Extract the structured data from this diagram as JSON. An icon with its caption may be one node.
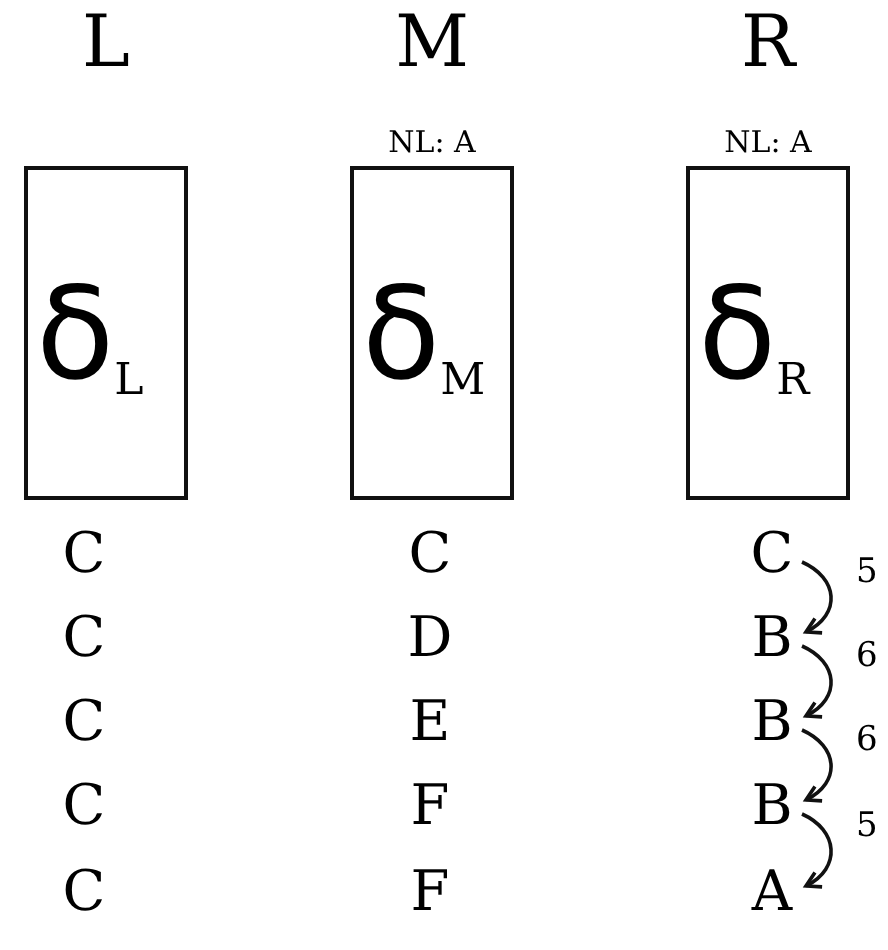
{
  "diagram": {
    "nodes": [
      {
        "text": [
          "L",
          "δ$_{L}$"
        ]
      },
      {
        "text": [
          "M",
          "NL: A",
          "δ$_{M}$"
        ]
      },
      {
        "text": [
          "R",
          "NL: A",
          "δ$_{R}$"
        ]
      },
      {
        "text": [
          "C"
        ]
      },
      {
        "text": [
          "B"
        ]
      },
      {
        "text": [
          "B"
        ]
      },
      {
        "text": [
          "B"
        ]
      },
      {
        "text": [
          "A"
        ]
      }
    ],
    "edges": [
      {
        "from": 3,
        "to": 4,
        "arrow": "to",
        "label": "5"
      },
      {
        "from": 4,
        "to": 5,
        "arrow": "to",
        "label": "6"
      },
      {
        "from": 5,
        "to": 6,
        "arrow": "to",
        "label": "6"
      },
      {
        "from": 6,
        "to": 7,
        "arrow": "to",
        "label": "5"
      }
    ],
    "labels": [
      "C",
      "C",
      "C",
      "D",
      "C",
      "E",
      "C",
      "F",
      "C",
      "F"
    ]
  }
}
